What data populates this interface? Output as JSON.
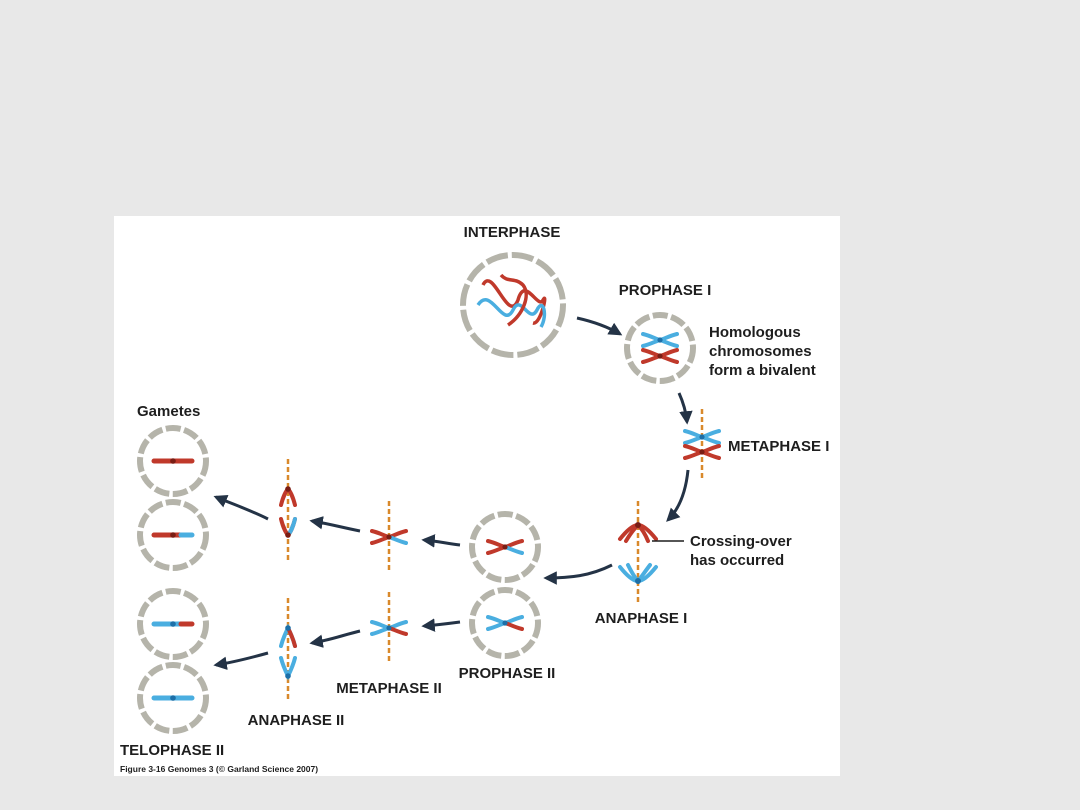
{
  "figure": {
    "caption": "Figure 3-16  Genomes 3 (© Garland Science 2007)",
    "colors": {
      "slide_bg": "#e8e8e8",
      "panel_bg": "#ffffff",
      "cell_ring": "#b5b4aa",
      "paternal_red": "#c0392b",
      "maternal_blue": "#4aaee0",
      "spindle_orange": "#d9892b",
      "arrow": "#243346"
    },
    "labels": {
      "interphase": "INTERPHASE",
      "prophase1": "PROPHASE I",
      "homologous_line1": "Homologous",
      "homologous_line2": "chromosomes",
      "homologous_line3": "form a bivalent",
      "metaphase1": "METAPHASE I",
      "crossing_line1": "Crossing-over",
      "crossing_line2": "has occurred",
      "anaphase1": "ANAPHASE I",
      "prophase2": "PROPHASE II",
      "metaphase2": "METAPHASE II",
      "anaphase2": "ANAPHASE II",
      "telophase2": "TELOPHASE II",
      "gametes": "Gametes"
    }
  }
}
